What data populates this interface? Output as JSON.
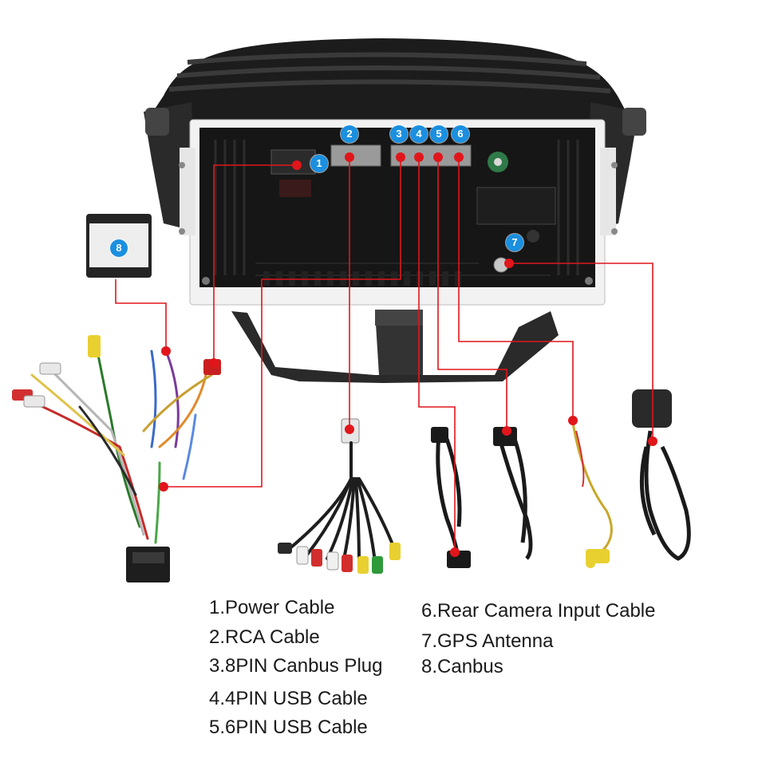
{
  "colors": {
    "leader_line": "#e0161b",
    "badge": "#1b8fe0",
    "unit_body": "#1c1c1c",
    "panel": "#ffffff"
  },
  "badges": [
    "1",
    "2",
    "3",
    "4",
    "5",
    "6",
    "7",
    "8"
  ],
  "legend": {
    "left": [
      "1.Power Cable",
      "2.RCA Cable",
      "3.8PIN Canbus Plug",
      "4.4PIN USB  Cable",
      "5.6PIN USB  Cable"
    ],
    "right": [
      "6.Rear Camera Input Cable",
      "7.GPS Antenna",
      "8.Canbus"
    ]
  },
  "icons": [
    "head-unit-back",
    "canbus-box",
    "power-harness",
    "rca-cable",
    "usb-cable",
    "usb-cable-6pin",
    "rear-camera-cable",
    "gps-antenna"
  ]
}
